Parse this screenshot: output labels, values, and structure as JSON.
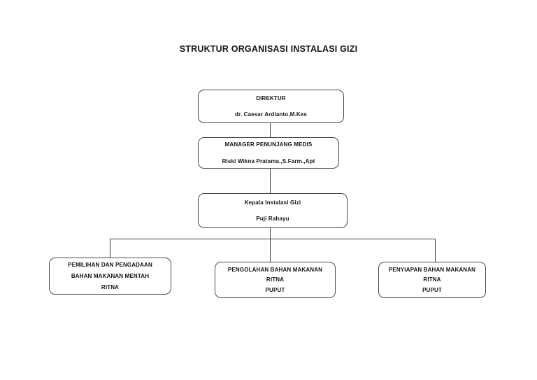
{
  "chart_data": {
    "type": "diagram",
    "diagram_kind": "organizational-chart",
    "title": "STRUKTUR ORGANISASI INSTALASI GIZI",
    "orientation": "top-down",
    "levels": 4,
    "nodes": [
      {
        "id": "direktur",
        "level": 1,
        "lines": [
          "DIREKTUR",
          "dr. Caesar Ardianto,M.Kes"
        ],
        "role": "DIREKTUR",
        "person": "dr. Caesar Ardianto,M.Kes"
      },
      {
        "id": "manager",
        "level": 2,
        "lines": [
          "MANAGER PENUNJANG MEDIS",
          "Riski Wikna Pratama.,S.Farm.,Apt"
        ],
        "role": "MANAGER PENUNJANG MEDIS",
        "person": "Riski Wikna Pratama.,S.Farm.,Apt"
      },
      {
        "id": "kepala",
        "level": 3,
        "lines": [
          "Kepala Instalasi Gizi",
          "Puji Rahayu"
        ],
        "role": "Kepala Instalasi Gizi",
        "person": "Puji Rahayu"
      },
      {
        "id": "pemilihan",
        "level": 4,
        "lines": [
          "PEMILIHAN DAN PENGADAAN",
          "BAHAN MAKANAN MENTAH",
          "RITNA"
        ],
        "role": "PEMILIHAN DAN PENGADAAN BAHAN MAKANAN MENTAH",
        "staff": [
          "RITNA"
        ]
      },
      {
        "id": "pengolahan",
        "level": 4,
        "lines": [
          "PENGOLAHAN BAHAN MAKANAN",
          "RITNA",
          "PUPUT"
        ],
        "role": "PENGOLAHAN BAHAN MAKANAN",
        "staff": [
          "RITNA",
          "PUPUT"
        ]
      },
      {
        "id": "penyiapan",
        "level": 4,
        "lines": [
          "PENYIAPAN BAHAN MAKANAN",
          "RITNA",
          "PUPUT"
        ],
        "role": "PENYIAPAN BAHAN MAKANAN",
        "staff": [
          "RITNA",
          "PUPUT"
        ]
      }
    ],
    "edges": [
      {
        "from": "direktur",
        "to": "manager"
      },
      {
        "from": "manager",
        "to": "kepala"
      },
      {
        "from": "kepala",
        "to": "pemilihan"
      },
      {
        "from": "kepala",
        "to": "pengolahan"
      },
      {
        "from": "kepala",
        "to": "penyiapan"
      }
    ],
    "colors": {
      "background": "#ffffff",
      "box_border": "#4a4a4a",
      "connector": "#3c3c3c",
      "text": "#141414"
    }
  },
  "nodes": {
    "direktur": {
      "line1": "DIREKTUR",
      "line2": "dr. Caesar Ardianto,M.Kes"
    },
    "manager": {
      "line1": "MANAGER PENUNJANG MEDIS",
      "line2": "Riski Wikna Pratama.,S.Farm.,Apt"
    },
    "kepala": {
      "line1": "Kepala Instalasi Gizi",
      "line2": "Puji Rahayu"
    },
    "pemilihan": {
      "line1": "PEMILIHAN DAN PENGADAAN",
      "line2": "BAHAN MAKANAN MENTAH",
      "line3": "RITNA"
    },
    "pengolahan": {
      "line1": "PENGOLAHAN BAHAN MAKANAN",
      "line2": "RITNA",
      "line3": "PUPUT"
    },
    "penyiapan": {
      "line1": "PENYIAPAN BAHAN MAKANAN",
      "line2": "RITNA",
      "line3": "PUPUT"
    }
  },
  "title": "STRUKTUR ORGANISASI INSTALASI GIZI"
}
